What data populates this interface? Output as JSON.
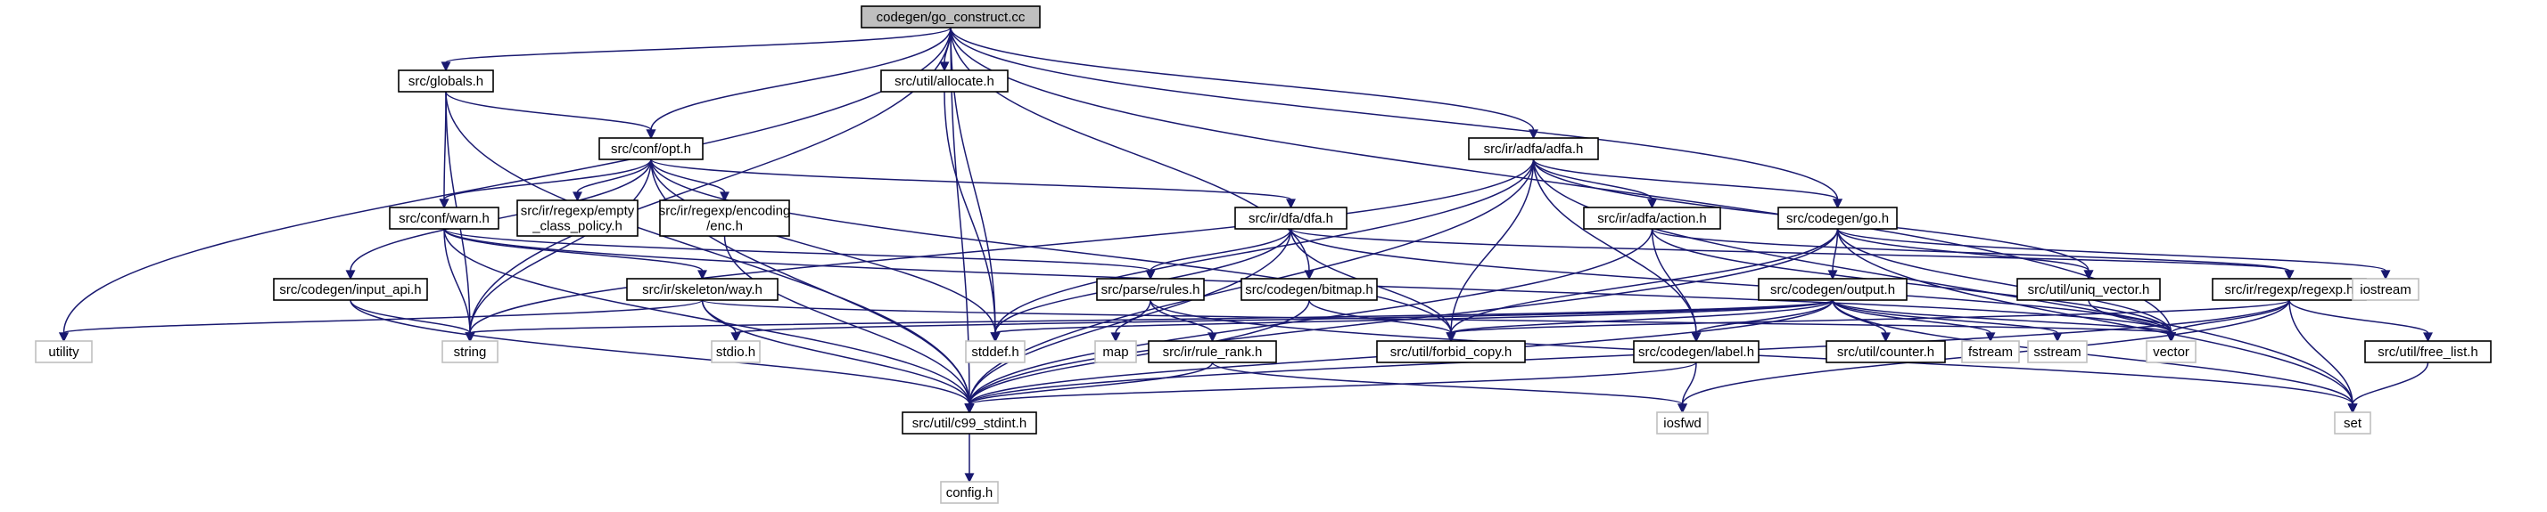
{
  "colors": {
    "edge": "#191970",
    "root_fill": "#bfbfbf",
    "node_border": "#000000",
    "system_border": "#bfbfbf",
    "node_fill": "#ffffff",
    "text": "#000000"
  },
  "nodes": [
    {
      "id": "root",
      "label": "codegen/go_construct.cc",
      "style": "root"
    },
    {
      "id": "globals",
      "label": "src/globals.h",
      "style": "file"
    },
    {
      "id": "allocate",
      "label": "src/util/allocate.h",
      "style": "file"
    },
    {
      "id": "opt",
      "label": "src/conf/opt.h",
      "style": "file"
    },
    {
      "id": "adfa",
      "label": "src/ir/adfa/adfa.h",
      "style": "file"
    },
    {
      "id": "warn",
      "label": "src/conf/warn.h",
      "style": "file"
    },
    {
      "id": "empty",
      "label": [
        "src/ir/regexp/empty",
        "_class_policy.h"
      ],
      "style": "file"
    },
    {
      "id": "enc",
      "label": [
        "src/ir/regexp/encoding",
        "/enc.h"
      ],
      "style": "file"
    },
    {
      "id": "dfa",
      "label": "src/ir/dfa/dfa.h",
      "style": "file"
    },
    {
      "id": "action",
      "label": "src/ir/adfa/action.h",
      "style": "file"
    },
    {
      "id": "go",
      "label": "src/codegen/go.h",
      "style": "file"
    },
    {
      "id": "input_api",
      "label": "src/codegen/input_api.h",
      "style": "file"
    },
    {
      "id": "way",
      "label": "src/ir/skeleton/way.h",
      "style": "file"
    },
    {
      "id": "parse",
      "label": "src/parse/rules.h",
      "style": "file"
    },
    {
      "id": "bitmap",
      "label": "src/codegen/bitmap.h",
      "style": "file"
    },
    {
      "id": "output",
      "label": "src/codegen/output.h",
      "style": "file"
    },
    {
      "id": "uniq",
      "label": "src/util/uniq_vector.h",
      "style": "file"
    },
    {
      "id": "regexp",
      "label": "src/ir/regexp/regexp.h",
      "style": "file"
    },
    {
      "id": "iostream",
      "label": "iostream",
      "style": "system"
    },
    {
      "id": "utility",
      "label": "utility",
      "style": "system"
    },
    {
      "id": "string",
      "label": "string",
      "style": "system"
    },
    {
      "id": "stdio",
      "label": "stdio.h",
      "style": "system"
    },
    {
      "id": "stddef",
      "label": "stddef.h",
      "style": "system"
    },
    {
      "id": "map",
      "label": "map",
      "style": "system"
    },
    {
      "id": "rule_rank",
      "label": "src/ir/rule_rank.h",
      "style": "file"
    },
    {
      "id": "forbid",
      "label": "src/util/forbid_copy.h",
      "style": "file"
    },
    {
      "id": "label",
      "label": "src/codegen/label.h",
      "style": "file"
    },
    {
      "id": "counter",
      "label": "src/util/counter.h",
      "style": "file"
    },
    {
      "id": "fstream",
      "label": "fstream",
      "style": "system"
    },
    {
      "id": "sstream",
      "label": "sstream",
      "style": "system"
    },
    {
      "id": "vector",
      "label": "vector",
      "style": "system"
    },
    {
      "id": "free_list",
      "label": "src/util/free_list.h",
      "style": "file"
    },
    {
      "id": "c99",
      "label": "src/util/c99_stdint.h",
      "style": "file"
    },
    {
      "id": "iosfwd",
      "label": "iosfwd",
      "style": "system"
    },
    {
      "id": "set",
      "label": "set",
      "style": "system"
    },
    {
      "id": "config",
      "label": "config.h",
      "style": "system"
    }
  ],
  "edges": [
    [
      "root",
      "globals"
    ],
    [
      "root",
      "allocate"
    ],
    [
      "root",
      "opt"
    ],
    [
      "root",
      "adfa"
    ],
    [
      "root",
      "go"
    ],
    [
      "root",
      "bitmap"
    ],
    [
      "root",
      "stddef"
    ],
    [
      "root",
      "utility"
    ],
    [
      "root",
      "string"
    ],
    [
      "root",
      "c99"
    ],
    [
      "root",
      "vector"
    ],
    [
      "globals",
      "opt"
    ],
    [
      "globals",
      "warn"
    ],
    [
      "globals",
      "string"
    ],
    [
      "globals",
      "c99"
    ],
    [
      "allocate",
      "stddef"
    ],
    [
      "opt",
      "warn"
    ],
    [
      "opt",
      "empty"
    ],
    [
      "opt",
      "enc"
    ],
    [
      "opt",
      "dfa"
    ],
    [
      "opt",
      "input_api"
    ],
    [
      "opt",
      "string"
    ],
    [
      "opt",
      "stddef"
    ],
    [
      "opt",
      "forbid"
    ],
    [
      "opt",
      "c99"
    ],
    [
      "adfa",
      "action"
    ],
    [
      "adfa",
      "go"
    ],
    [
      "adfa",
      "label"
    ],
    [
      "adfa",
      "forbid"
    ],
    [
      "adfa",
      "stddef"
    ],
    [
      "adfa",
      "c99"
    ],
    [
      "adfa",
      "string"
    ],
    [
      "adfa",
      "set"
    ],
    [
      "adfa",
      "uniq"
    ],
    [
      "warn",
      "way"
    ],
    [
      "warn",
      "parse"
    ],
    [
      "warn",
      "string"
    ],
    [
      "warn",
      "c99"
    ],
    [
      "warn",
      "vector"
    ],
    [
      "enc",
      "c99"
    ],
    [
      "dfa",
      "parse"
    ],
    [
      "dfa",
      "forbid"
    ],
    [
      "dfa",
      "c99"
    ],
    [
      "dfa",
      "stddef"
    ],
    [
      "dfa",
      "regexp"
    ],
    [
      "dfa",
      "vector"
    ],
    [
      "action",
      "label"
    ],
    [
      "action",
      "c99"
    ],
    [
      "action",
      "regexp"
    ],
    [
      "action",
      "vector"
    ],
    [
      "go",
      "output"
    ],
    [
      "go",
      "forbid"
    ],
    [
      "go",
      "c99"
    ],
    [
      "go",
      "iostream"
    ],
    [
      "go",
      "set"
    ],
    [
      "go",
      "vector"
    ],
    [
      "go",
      "uniq"
    ],
    [
      "input_api",
      "string"
    ],
    [
      "input_api",
      "c99"
    ],
    [
      "way",
      "stdio"
    ],
    [
      "way",
      "c99"
    ],
    [
      "way",
      "utility"
    ],
    [
      "way",
      "vector"
    ],
    [
      "parse",
      "map"
    ],
    [
      "parse",
      "rule_rank"
    ],
    [
      "parse",
      "set"
    ],
    [
      "bitmap",
      "forbid"
    ],
    [
      "bitmap",
      "c99"
    ],
    [
      "output",
      "counter"
    ],
    [
      "output",
      "fstream"
    ],
    [
      "output",
      "sstream"
    ],
    [
      "output",
      "label"
    ],
    [
      "output",
      "forbid"
    ],
    [
      "output",
      "stdio"
    ],
    [
      "output",
      "stddef"
    ],
    [
      "output",
      "string"
    ],
    [
      "output",
      "vector"
    ],
    [
      "output",
      "c99"
    ],
    [
      "output",
      "set"
    ],
    [
      "uniq",
      "vector"
    ],
    [
      "regexp",
      "free_list"
    ],
    [
      "regexp",
      "vector"
    ],
    [
      "regexp",
      "set"
    ],
    [
      "regexp",
      "forbid"
    ],
    [
      "regexp",
      "c99"
    ],
    [
      "regexp",
      "iosfwd"
    ],
    [
      "rule_rank",
      "c99"
    ],
    [
      "rule_rank",
      "iosfwd"
    ],
    [
      "label",
      "c99"
    ],
    [
      "label",
      "iosfwd"
    ],
    [
      "free_list",
      "set"
    ],
    [
      "c99",
      "config"
    ]
  ]
}
